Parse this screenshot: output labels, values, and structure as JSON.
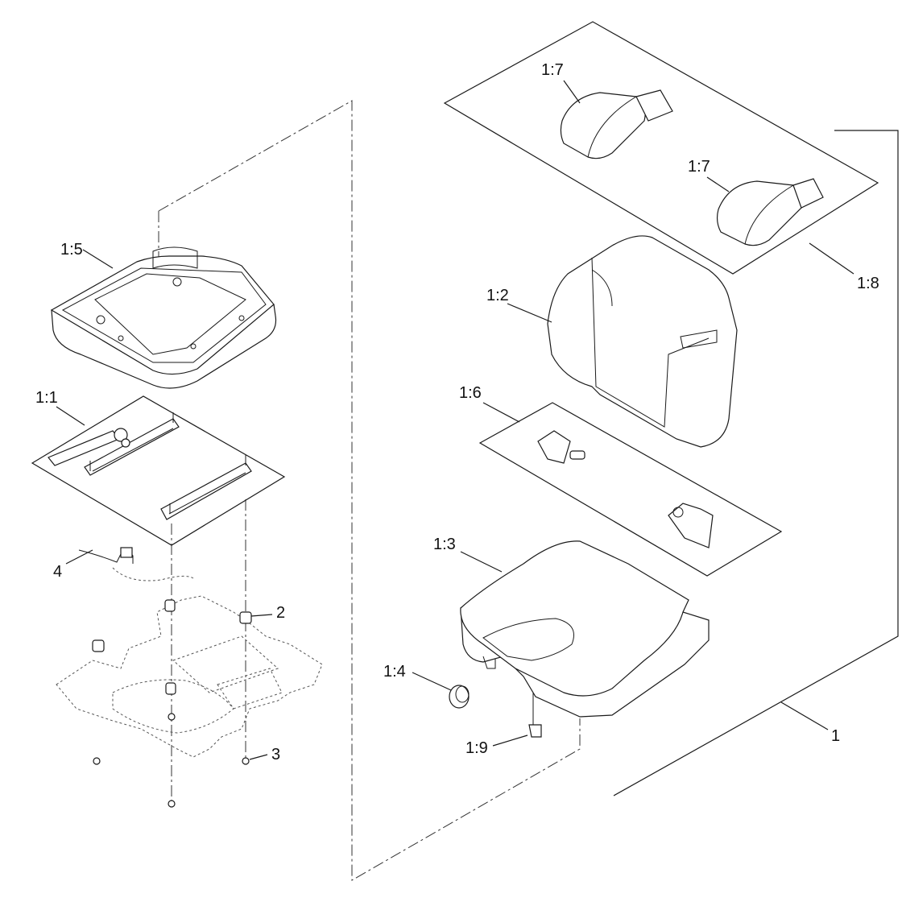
{
  "callouts": {
    "c1_5": "1:5",
    "c1_1": "1:1",
    "c4": "4",
    "c2": "2",
    "c3": "3",
    "c1_7a": "1:7",
    "c1_7b": "1:7",
    "c1_8": "1:8",
    "c1_2": "1:2",
    "c1_6": "1:6",
    "c1_3": "1:3",
    "c1_4": "1:4",
    "c1_9": "1:9",
    "c1": "1"
  }
}
